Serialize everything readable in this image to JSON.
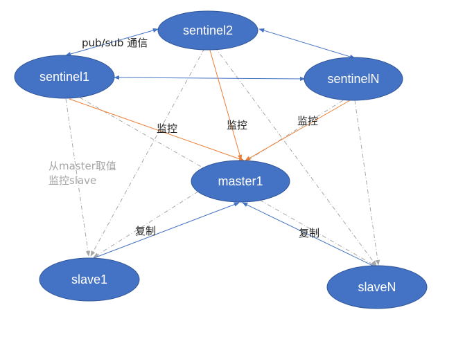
{
  "colors": {
    "node_fill": "#4472c4",
    "node_stroke": "#2f5597",
    "blue_edge": "#4472c4",
    "orange_edge": "#ed7d31",
    "gray_edge": "#a6a6a6"
  },
  "nodes": {
    "sentinel2": "sentinel2",
    "sentinel1": "sentinel1",
    "sentinelN": "sentinelN",
    "master1": "master1",
    "slave1": "slave1",
    "slaveN": "slaveN"
  },
  "labels": {
    "pubsub": "pub/sub 通信",
    "monitor_left": "监控",
    "monitor_center": "监控",
    "monitor_right": "监控",
    "gray_line1": "从master取值",
    "gray_line2": "监控slave",
    "replicate_left": "复制",
    "replicate_right": "复制"
  }
}
